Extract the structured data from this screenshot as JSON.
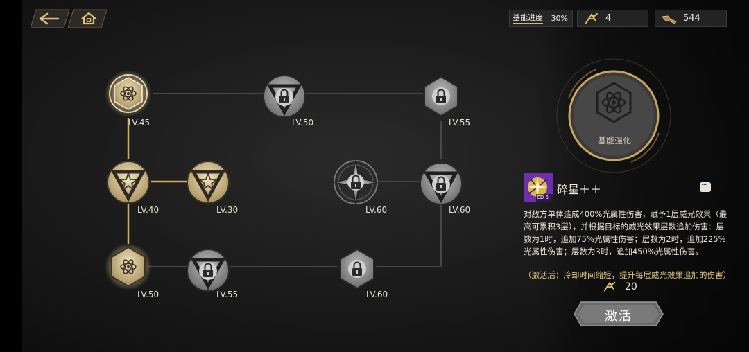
{
  "top_bar": {
    "progress_label": "基能进度",
    "progress_value": "30%",
    "crystal_count": "4",
    "fragment_count": "544"
  },
  "nav": {
    "back_icon": "back-arrow-icon",
    "home_icon": "home-icon"
  },
  "tree": {
    "nodes": [
      {
        "id": "n1",
        "level": "LV.45",
        "state": "active"
      },
      {
        "id": "n2",
        "level": "LV.50",
        "state": "locked"
      },
      {
        "id": "n3",
        "level": "LV.55",
        "state": "locked"
      },
      {
        "id": "n4",
        "level": "LV.40",
        "state": "unlocked"
      },
      {
        "id": "n5",
        "level": "LV.30",
        "state": "unlocked"
      },
      {
        "id": "n6",
        "level": "LV.60",
        "state": "locked"
      },
      {
        "id": "n7",
        "level": "LV.60",
        "state": "locked"
      },
      {
        "id": "n8",
        "level": "LV.50",
        "state": "unlocked"
      },
      {
        "id": "n9",
        "level": "LV.55",
        "state": "locked"
      },
      {
        "id": "n10",
        "level": "LV.60",
        "state": "locked"
      }
    ]
  },
  "detail": {
    "emblem_label": "基能强化",
    "skill_name": "碎星＋＋",
    "skill_cd": "CD 6",
    "description": "对敌方单体造成400%光属性伤害，赋予1层威光效果（最高可累积3层），并根据目标的威光效果层数追加伤害：层数为1时，追加75%光属性伤害；层数为2时，追加225%光属性伤害；层数为3时，追加450%光属性伤害。",
    "activated_note": "（激活后：冷却时间缩短，提升每层威光效果追加的伤害）",
    "cost": "20",
    "activate_label": "激活"
  },
  "colors": {
    "gold": "#d9b970",
    "accent_line": "#cfae5c",
    "skill_purple": "#8a3cc8"
  }
}
